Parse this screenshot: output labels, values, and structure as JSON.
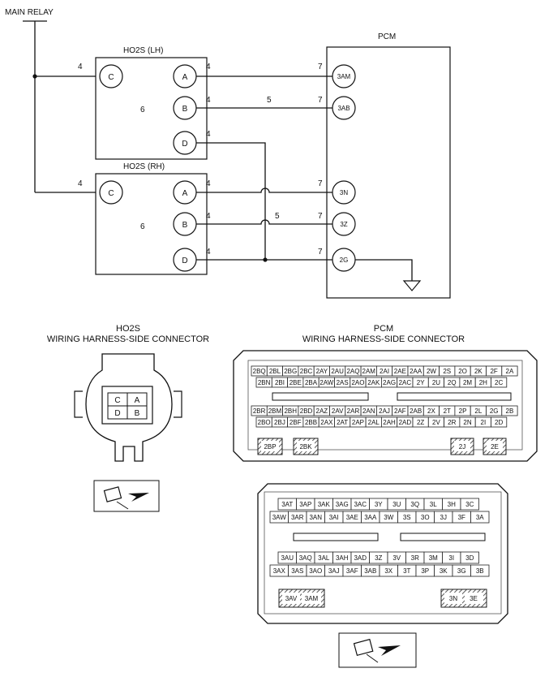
{
  "schematic": {
    "power_label": "MAIN RELAY",
    "pcm_title": "PCM",
    "sensor_lh_title": "HO2S (LH)",
    "sensor_rh_title": "HO2S (RH)",
    "sensor_pins": [
      "C",
      "A",
      "B",
      "D"
    ],
    "sensor_body_ref": "6",
    "pcm_terminals": [
      "3AM",
      "3AB",
      "3N",
      "3Z",
      "2G"
    ],
    "wire_refs": {
      "w4": "4",
      "w5": "5",
      "w7": "7"
    }
  },
  "ho2s_connector": {
    "title_line1": "HO2S",
    "title_line2": "WIRING HARNESS-SIDE CONNECTOR",
    "grid": [
      [
        "C",
        "A"
      ],
      [
        "D",
        "B"
      ]
    ]
  },
  "pcm_connector": {
    "title_line1": "PCM",
    "title_line2": "WIRING HARNESS-SIDE CONNECTOR",
    "upper": {
      "row1": [
        "2BQ",
        "2BL",
        "2BG",
        "2BC",
        "2AY",
        "2AU",
        "2AQ",
        "2AM",
        "2AI",
        "2AE",
        "2AA",
        "2W",
        "2S",
        "2O",
        "2K",
        "2F",
        "2A"
      ],
      "row2": [
        "2BN",
        "2BI",
        "2BE",
        "2BA",
        "2AW",
        "2AS",
        "2AO",
        "2AK",
        "2AG",
        "2AC",
        "2Y",
        "2U",
        "2Q",
        "2M",
        "2H",
        "2C"
      ],
      "row3": [
        "2BR",
        "2BM",
        "2BH",
        "2BD",
        "2AZ",
        "2AV",
        "2AR",
        "2AN",
        "2AJ",
        "2AF",
        "2AB",
        "2X",
        "2T",
        "2P",
        "2L",
        "2G",
        "2B"
      ],
      "row4": [
        "2BO",
        "2BJ",
        "2BF",
        "2BB",
        "2AX",
        "2AT",
        "2AP",
        "2AL",
        "2AH",
        "2AD",
        "2Z",
        "2V",
        "2R",
        "2N",
        "2I",
        "2D"
      ],
      "hatched": [
        "2BP",
        "2BK",
        "2J",
        "2E"
      ]
    },
    "lower": {
      "row1": [
        "3AT",
        "3AP",
        "3AK",
        "3AG",
        "3AC",
        "3Y",
        "3U",
        "3Q",
        "3L",
        "3H",
        "3C"
      ],
      "row2": [
        "3AW",
        "3AR",
        "3AN",
        "3AI",
        "3AE",
        "3AA",
        "3W",
        "3S",
        "3O",
        "3J",
        "3F",
        "3A"
      ],
      "row3": [
        "3AU",
        "3AQ",
        "3AL",
        "3AH",
        "3AD",
        "3Z",
        "3V",
        "3R",
        "3M",
        "3I",
        "3D"
      ],
      "row4": [
        "3AX",
        "3AS",
        "3AO",
        "3AJ",
        "3AF",
        "3AB",
        "3X",
        "3T",
        "3P",
        "3K",
        "3G",
        "3B"
      ],
      "hatched": [
        "3AV",
        "3AM",
        "3N",
        "3E"
      ]
    }
  }
}
